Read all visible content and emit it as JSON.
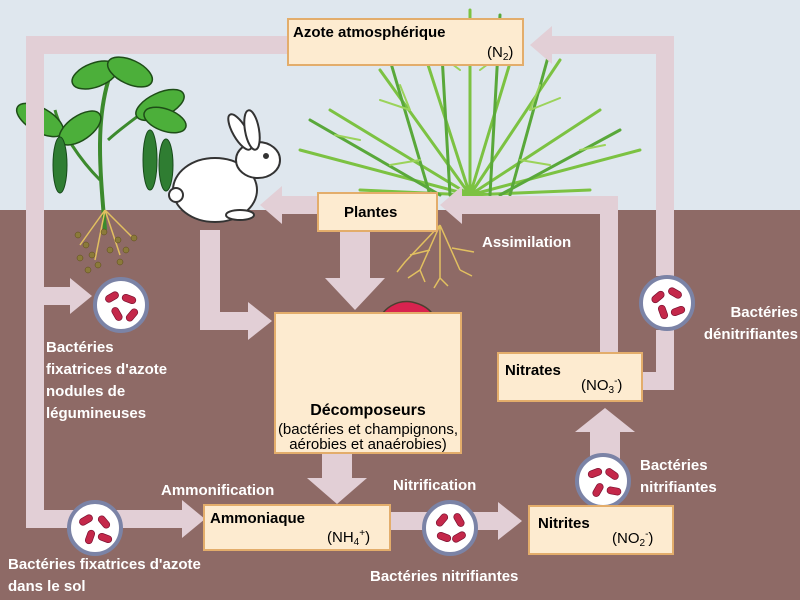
{
  "nodes": {
    "atmospheric": {
      "title": "Azote atmosphérique",
      "formula_base": "(N",
      "formula_sub": "2",
      "formula_end": ")"
    },
    "plants": {
      "title": "Plantes"
    },
    "decomposers": {
      "title": "Décomposeurs",
      "detail_line1": "(bactéries et champignons,",
      "detail_line2": "aérobies et anaérobies)"
    },
    "ammonium": {
      "title": "Ammoniaque",
      "formula_base": "(NH",
      "formula_sub": "4",
      "formula_sup": "+",
      "formula_end": ")"
    },
    "nitrites": {
      "title": "Nitrites",
      "formula_base": "(NO",
      "formula_sub": "2",
      "formula_sup": "-",
      "formula_end": ")"
    },
    "nitrates": {
      "title": "Nitrates",
      "formula_base": "(NO",
      "formula_sub": "3",
      "formula_sup": "-",
      "formula_end": ")"
    }
  },
  "labels": {
    "assimilation": "Assimilation",
    "denitrifying_line1": "Bactéries",
    "denitrifying_line2": "dénitrifiantes",
    "legume_fixers_line1": "Bactéries",
    "legume_fixers_line2": "fixatrices d'azote",
    "legume_fixers_line3": "nodules de",
    "legume_fixers_line4": "légumineuses",
    "ammonification": "Ammonification",
    "nitrification": "Nitrification",
    "nitrifying_right_line1": "Bactéries",
    "nitrifying_right_line2": "nitrifiantes",
    "soil_fixers_line1": "Bactéries fixatrices d'azote",
    "soil_fixers_line2": "dans le sol",
    "nitrifying_bottom": "Bactéries nitrifiantes"
  },
  "colors": {
    "sky": "#dfe7ee",
    "soil": "#8e6a66",
    "arrow": "#e2cfd6",
    "box_fill": "#fdebd0",
    "box_border": "#e3ad6b",
    "bacteria_ring": "#7b83a6",
    "bacteria": "#c4284a",
    "mushroom_cap": "#d8234f",
    "leaf": "#4caf3a",
    "grass": "#7cc242"
  }
}
